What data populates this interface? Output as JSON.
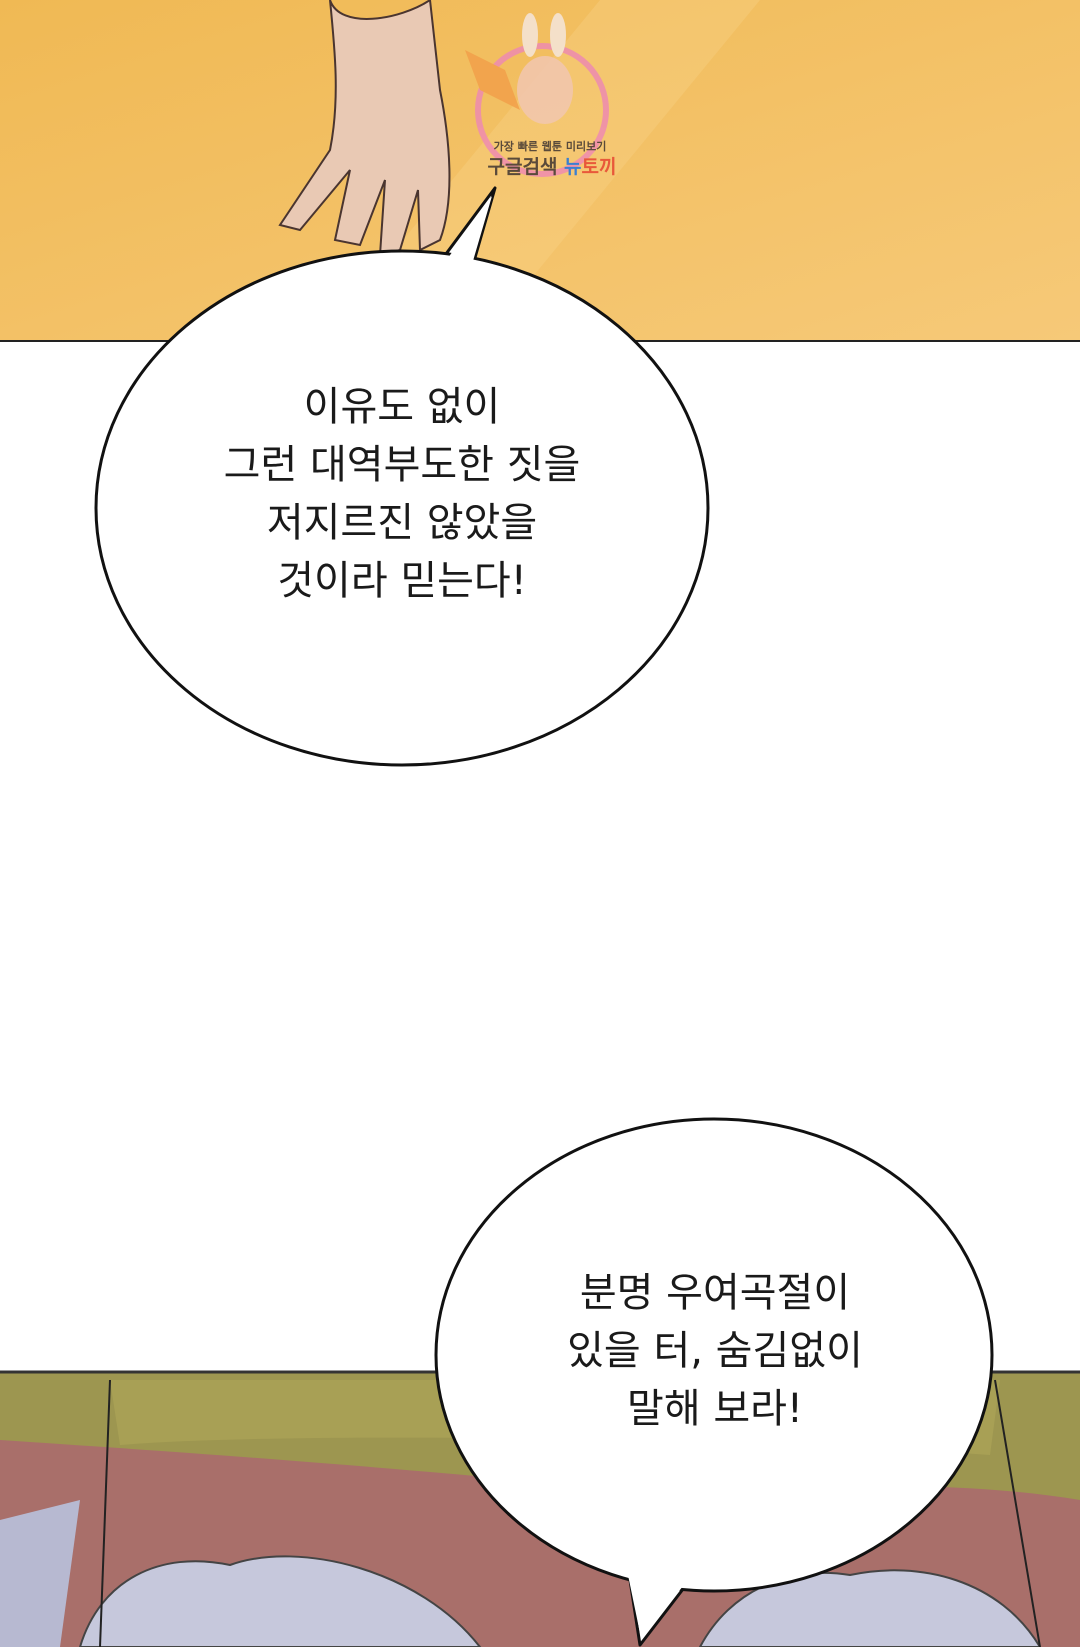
{
  "watermark": {
    "tagline": "가장 빠른 웹툰 미리보기",
    "search": "구글검색",
    "brand_a": "뉴",
    "brand_b": "토끼"
  },
  "bubbles": [
    {
      "lines": [
        "이유도 없이",
        "그런 대역부도한 짓을",
        "저지르진 않았을",
        "것이라 믿는다!"
      ]
    },
    {
      "lines": [
        "분명 우여곡절이",
        "있을 터, 숨김없이",
        "말해 보라!"
      ]
    }
  ],
  "colors": {
    "top_panel": "#f4c063",
    "bottom_panel": "#a96f6a",
    "hat": "#9d9650",
    "hair": "#b5b8d0"
  }
}
